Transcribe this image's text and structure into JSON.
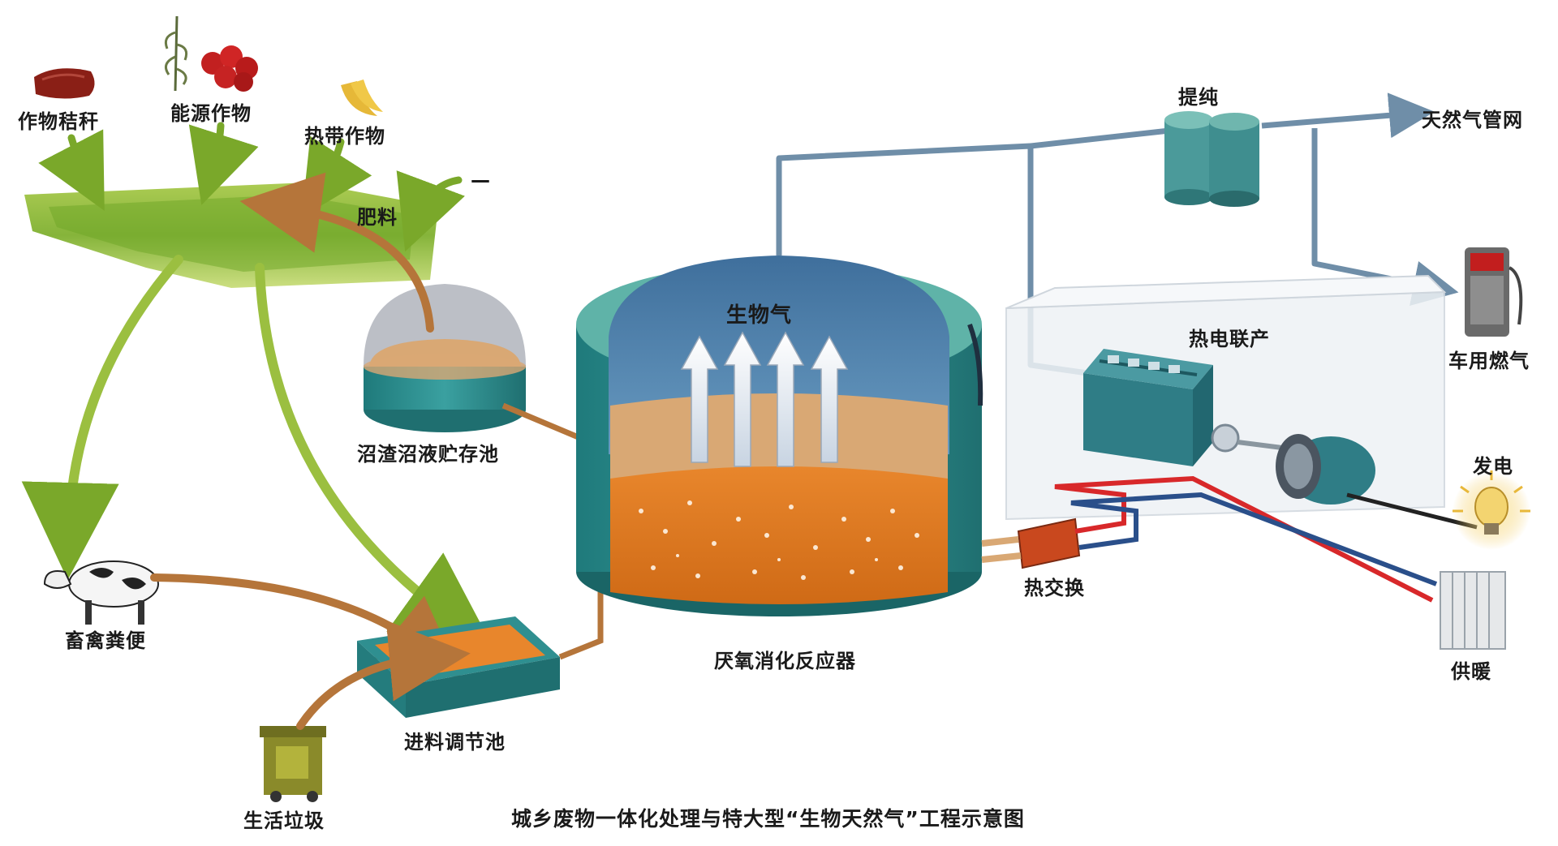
{
  "labels": {
    "straw": "作物秸秆",
    "energy_crops": "能源作物",
    "tropical_crops": "热带作物",
    "fertilizer": "肥料",
    "manure": "畜禽粪便",
    "garbage": "生活垃圾",
    "storage_tank": "沼渣沼液贮存池",
    "pre_tank": "进料调节池",
    "digester": "厌氧消化反应器",
    "biogas": "生物气",
    "purify": "提纯",
    "gas_grid": "天然气管网",
    "vehicle_gas": "车用燃气",
    "power_unit": "热电联产",
    "electricity": "发电",
    "heat_exchange": "热交换",
    "heating": "供暖",
    "dash": "—",
    "caption": "城乡废物一体化处理与特大型“生物天然气”工程示意图"
  },
  "colors": {
    "field_green": "#8db83a",
    "arrow_green": "#7aa82a",
    "arrow_brown": "#b5753a",
    "tank_teal": "#2f8f90",
    "tank_rim": "#5fb3a8",
    "gas_blue": "#4a7ea8",
    "slurry_tan": "#d9a874",
    "sludge_orange": "#e07a22",
    "pipe_gray": "#6f8ea8",
    "hot_red": "#d8282a",
    "cold_blue": "#2a4f8a"
  },
  "icons": [
    "steak-icon",
    "crop-plant-icon",
    "fruit-icon",
    "banana-icon",
    "cow-icon",
    "trash-bin-icon",
    "fuel-pump-icon",
    "light-bulb-icon",
    "radiator-icon"
  ]
}
